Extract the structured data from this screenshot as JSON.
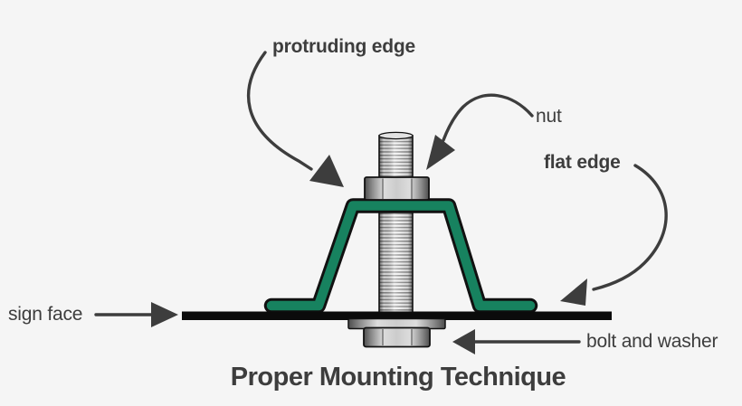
{
  "title": "Proper Mounting Technique",
  "labels": {
    "protruding_edge": "protruding edge",
    "nut": "nut",
    "flat_edge": "flat edge",
    "sign_face": "sign face",
    "bolt_and_washer": "bolt and washer"
  },
  "colors": {
    "background": "#f5f5f5",
    "ink": "#3d3d3d",
    "bracket_green": "#17825f",
    "sign_black": "#0b0b0b",
    "outline_black": "#111111"
  }
}
